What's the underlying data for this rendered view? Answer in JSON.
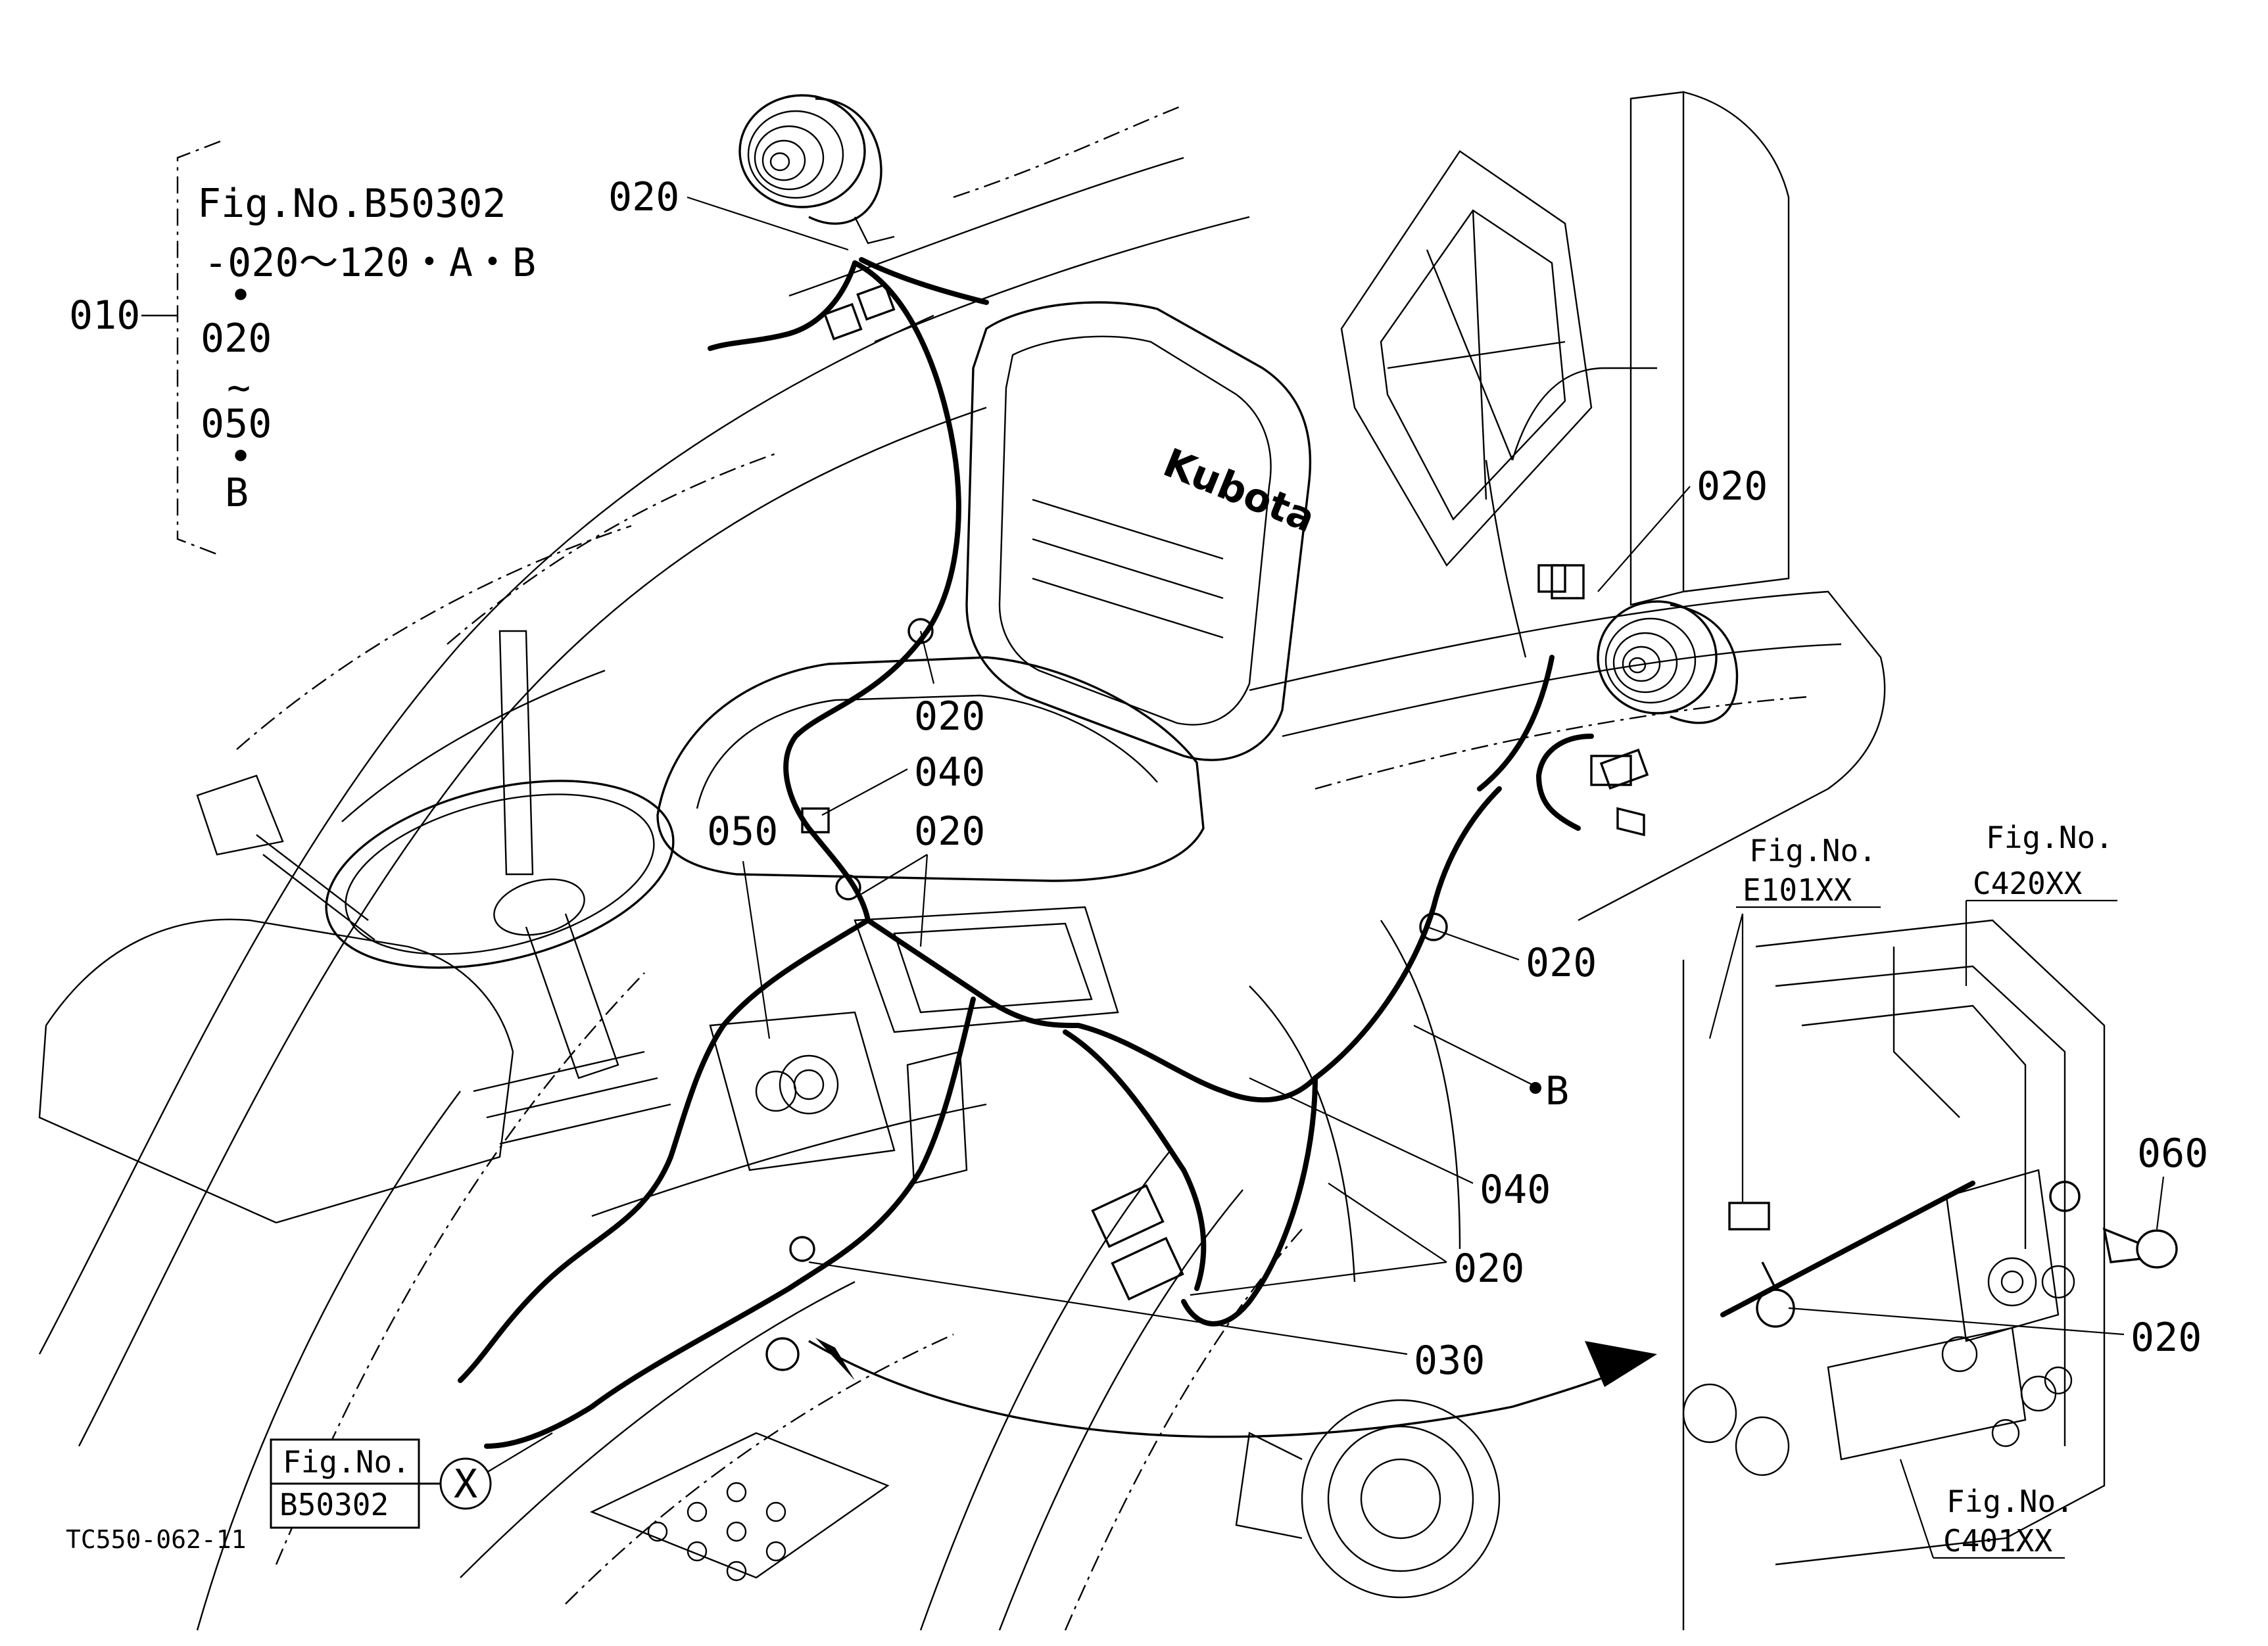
{
  "title_block": {
    "ref_010": "010",
    "fig_ref": "Fig.No.B50302",
    "range_line": "-020～120・A・B",
    "dot1": "•",
    "item_020": "020",
    "tilde": "~",
    "item_050": "050",
    "dot2": "•",
    "item_b": "B"
  },
  "seat_brand": "Kubota",
  "callouts": {
    "c020_top": "020",
    "c020_right_lamp": "020",
    "c020_seat": "020",
    "c040_upper": "040",
    "c050": "050",
    "c020_mid": "020",
    "c020_right": "020",
    "b_label": "B",
    "c040_lower": "040",
    "c020_lower": "020",
    "c030": "030",
    "c060": "060",
    "c020_detail": "020"
  },
  "fig_refs": {
    "e101_line1": "Fig.No.",
    "e101_line2": "E101XX",
    "c420_line1": "Fig.No.",
    "c420_line2": "C420XX",
    "c401_line1": "Fig.No.",
    "c401_line2": "C401XX",
    "b50302_line1": "Fig.No.",
    "b50302_line2": "B50302",
    "x_mark": "X"
  },
  "drawing_code": "TC550-062-11"
}
